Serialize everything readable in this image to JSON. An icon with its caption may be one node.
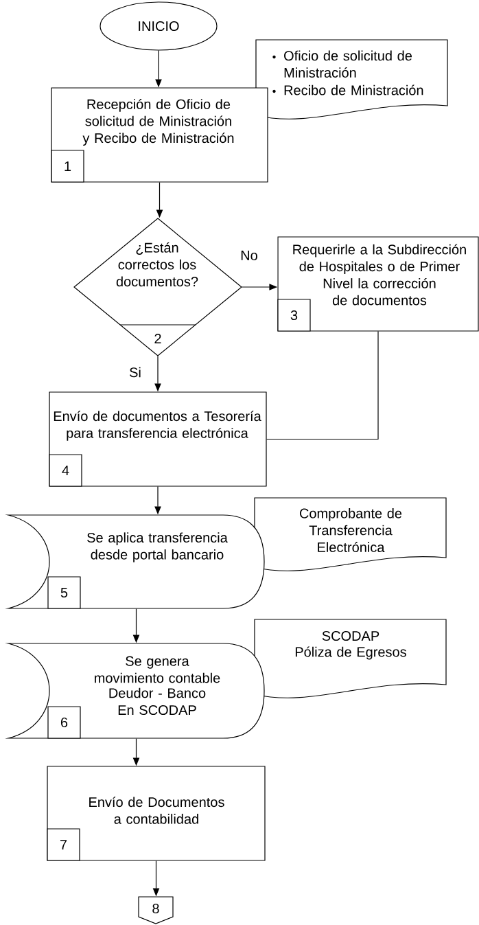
{
  "diagram": {
    "nodes": [
      {
        "text": [
          "INICIO"
        ]
      },
      {
        "text": [
          "Oficio de solicitud de Ministración",
          "Recibo de Ministración"
        ]
      },
      {
        "text": [
          "Recepción de Oficio de solicitud de Ministración y Recibo de Ministración",
          "1"
        ]
      },
      {
        "text": [
          "¿Están correctos los documentos?",
          "2"
        ]
      },
      {
        "text": [
          "Requerirle a la Subdirección de Hospitales o de Primer Nivel la corrección de documentos",
          "3"
        ]
      },
      {
        "text": [
          "Envío de documentos a Tesorería para transferencia electrónica",
          "4"
        ]
      },
      {
        "text": [
          "Comprobante de Transferencia Electrónica"
        ]
      },
      {
        "text": [
          "Se aplica transferencia desde portal bancario",
          "5"
        ]
      },
      {
        "text": [
          "SCODAP",
          "Póliza de Egresos"
        ]
      },
      {
        "text": [
          "Se genera movimiento contable",
          "Deudor - Banco",
          "En SCODAP",
          "6"
        ]
      },
      {
        "text": [
          "Envío de Documentos a contabilidad",
          "7"
        ]
      },
      {
        "text": [
          "8"
        ]
      }
    ],
    "edges": [
      {
        "from": 0,
        "to": 2,
        "arrow": "to"
      },
      {
        "from": 2,
        "to": 3,
        "arrow": "to"
      },
      {
        "from": 3,
        "to": 4,
        "arrow": "to",
        "label": "No"
      },
      {
        "from": 3,
        "to": 5,
        "arrow": "to",
        "label": "Si"
      },
      {
        "from": 4,
        "to": 5,
        "arrow": "none"
      },
      {
        "from": 5,
        "to": 7,
        "arrow": "to"
      },
      {
        "from": 7,
        "to": 9,
        "arrow": "to"
      },
      {
        "from": 9,
        "to": 10,
        "arrow": "to"
      },
      {
        "from": 10,
        "to": 11,
        "arrow": "to"
      }
    ]
  }
}
